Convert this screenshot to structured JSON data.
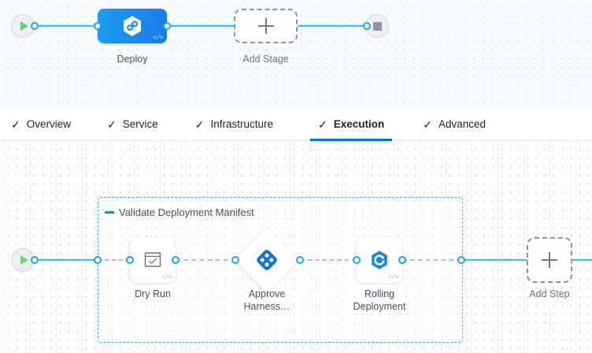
{
  "stage_pipeline": {
    "start_node": {
      "name": "pipeline-start",
      "icon": "play-icon"
    },
    "end_node": {
      "name": "pipeline-end",
      "icon": "stop-icon"
    },
    "stages": [
      {
        "label": "Deploy",
        "icon": "harness-deploy-icon",
        "badge": "</>",
        "selected": true
      },
      {
        "label": "Add Stage",
        "icon": "plus-icon",
        "type": "add"
      }
    ]
  },
  "tabs": {
    "check_glyph": "✓",
    "items": [
      {
        "label": "Overview",
        "active": false
      },
      {
        "label": "Service",
        "active": false
      },
      {
        "label": "Infrastructure",
        "active": false
      },
      {
        "label": "Execution",
        "active": true
      },
      {
        "label": "Advanced",
        "active": false
      }
    ],
    "active_underline_color": "#0278d5"
  },
  "execution": {
    "start_node": {
      "name": "execution-start",
      "icon": "play-icon"
    },
    "group": {
      "title": "Validate Deployment Manifest",
      "collapse_icon": "collapse-minus-icon"
    },
    "steps": [
      {
        "label": "Dry Run",
        "icon": "dry-run-checkbox-icon",
        "badge": "</>",
        "shape": "rounded"
      },
      {
        "label": "Approve Harness…",
        "icon": "harness-approval-icon",
        "shape": "diamond"
      },
      {
        "label": "Rolling Deployment",
        "icon": "rolling-deployment-icon",
        "badge": "</>",
        "shape": "rounded"
      }
    ],
    "add_step": {
      "label": "Add Step",
      "icon": "plus-icon"
    }
  },
  "colors": {
    "accent_blue": "#0278d5",
    "link_blue": "#30b4f2",
    "port_blue": "#1ba5f2",
    "stage_gradient_from": "#1b9df0",
    "stage_gradient_to": "#1b7ae8",
    "group_border": "#3cb6f0",
    "play_green": "#6ed07c",
    "stop_gray": "#9193a8",
    "label_gray": "#4f5162",
    "dashed_gray": "#8e92a6"
  }
}
